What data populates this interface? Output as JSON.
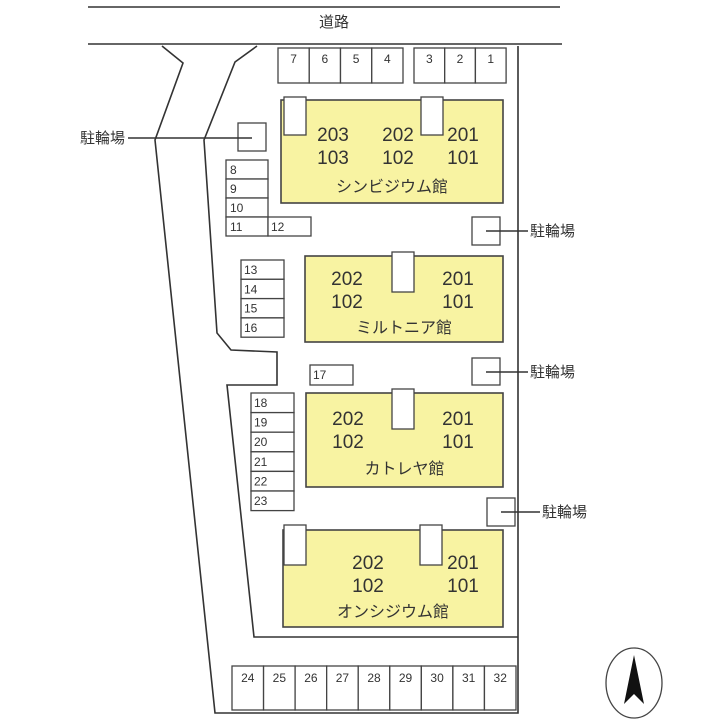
{
  "road_label": "道路",
  "bike_label": "駐輪場",
  "parking_top_left": [
    "7",
    "6",
    "5",
    "4"
  ],
  "parking_top_right": [
    "3",
    "2",
    "1"
  ],
  "parking_8_11": [
    "8",
    "9",
    "10",
    "11"
  ],
  "parking_12": "12",
  "parking_13_16": [
    "13",
    "14",
    "15",
    "16"
  ],
  "parking_17": "17",
  "parking_18_23": [
    "18",
    "19",
    "20",
    "21",
    "22",
    "23"
  ],
  "parking_bottom": [
    "24",
    "25",
    "26",
    "27",
    "28",
    "29",
    "30",
    "31",
    "32"
  ],
  "buildings": [
    {
      "name": "シンビジウム館",
      "units": [
        [
          "203",
          "103"
        ],
        [
          "202",
          "102"
        ],
        [
          "201",
          "101"
        ]
      ]
    },
    {
      "name": "ミルトニア館",
      "units": [
        [
          "202",
          "102"
        ],
        [
          "201",
          "101"
        ]
      ]
    },
    {
      "name": "カトレヤ館",
      "units": [
        [
          "202",
          "102"
        ],
        [
          "201",
          "101"
        ]
      ]
    },
    {
      "name": "オンシジウム館",
      "units": [
        [
          "202",
          "102"
        ],
        [
          "201",
          "101"
        ]
      ]
    }
  ],
  "colors": {
    "building_fill": "#f8f3a2",
    "line": "#333333"
  },
  "compass_icon": "north-arrow-icon"
}
